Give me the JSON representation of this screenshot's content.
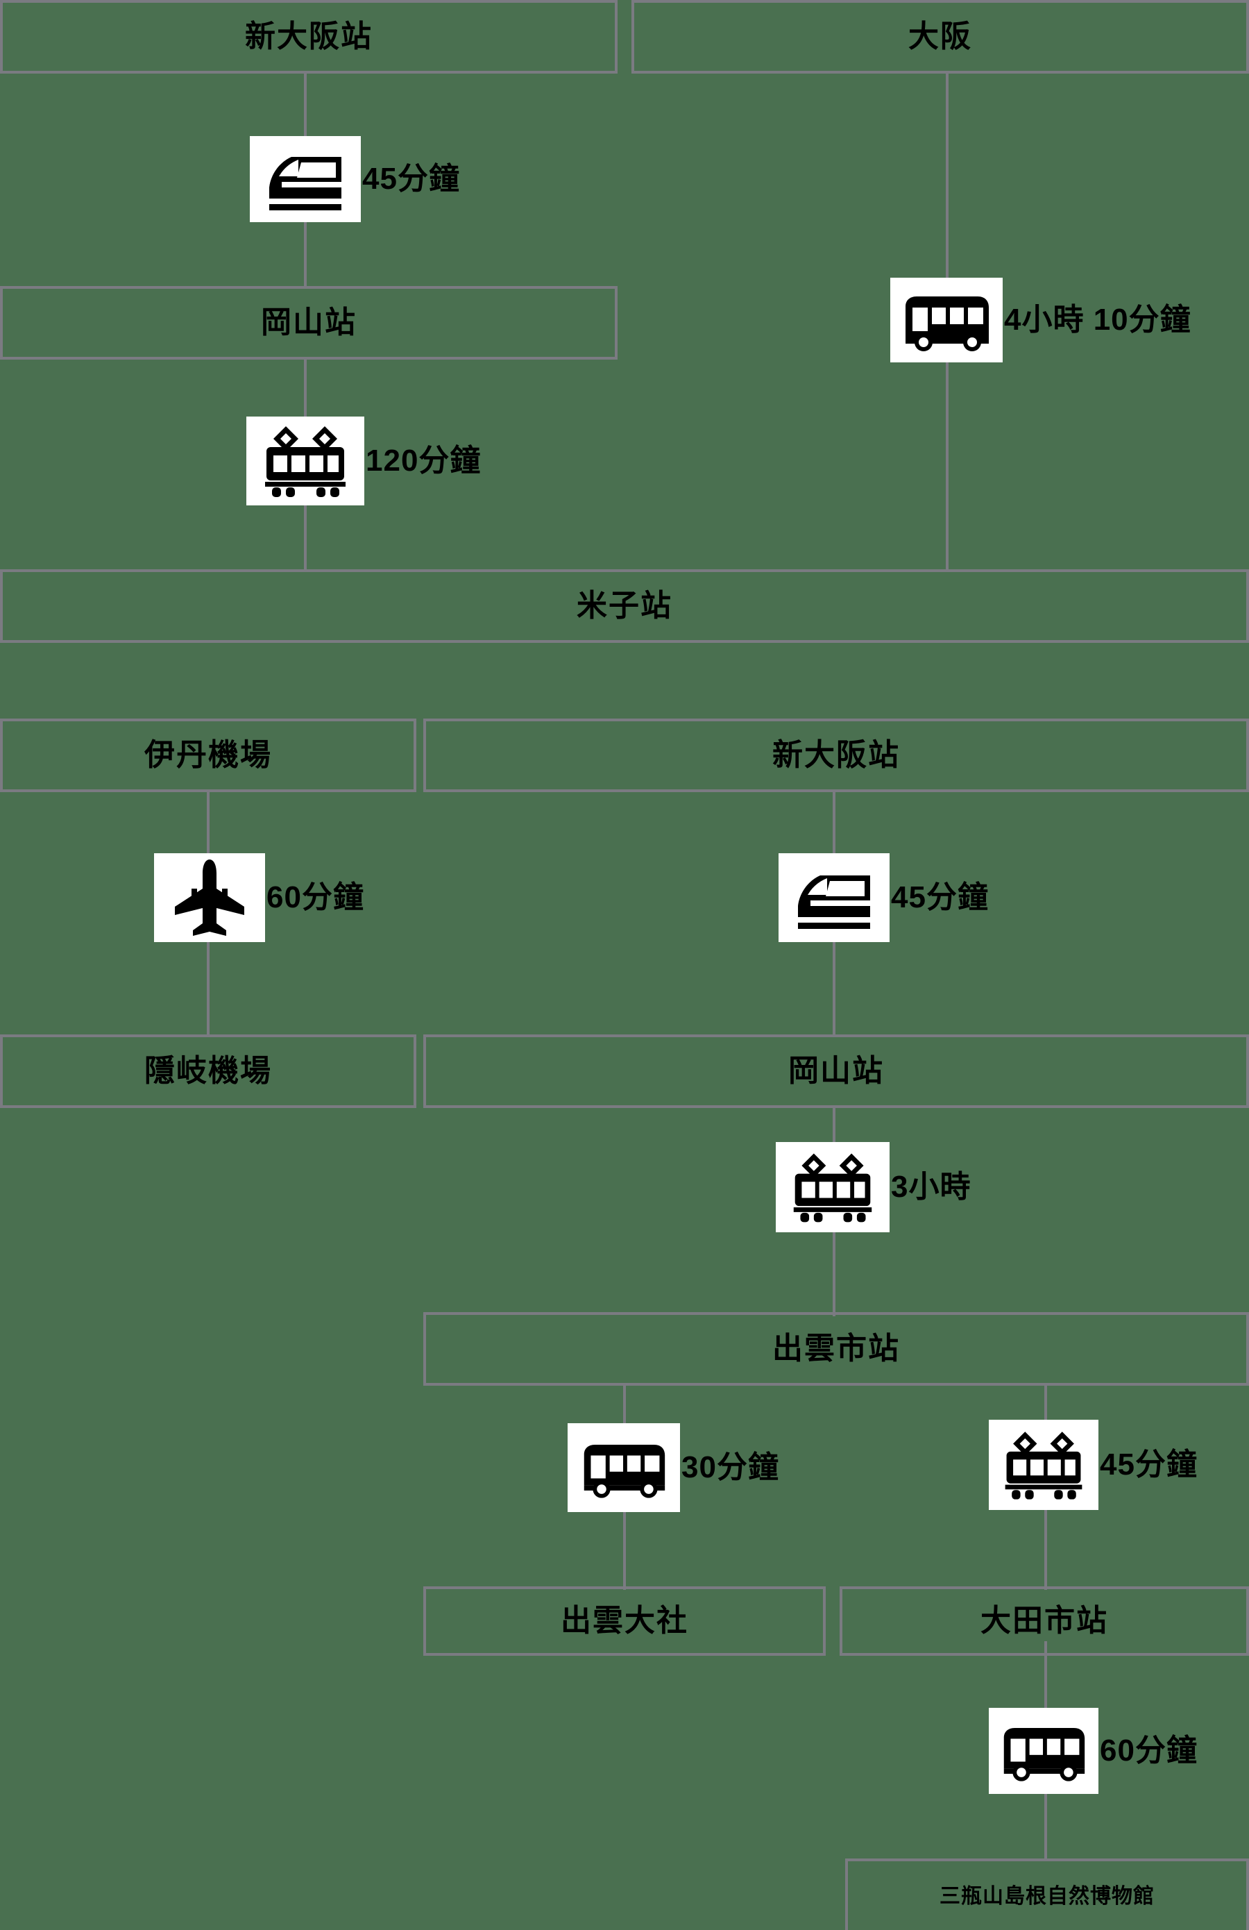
{
  "diagram": {
    "type": "transit-route-diagram",
    "background_color": "#4a7050",
    "border_color": "#7b7b82",
    "text_color": "#000000",
    "icon_background": "#ffffff"
  },
  "route_a": {
    "nodes": {
      "shin_osaka": "新大阪站",
      "osaka": "大阪",
      "okayama": "岡山站",
      "yonago": "米子站"
    },
    "legs": {
      "shinkansen_to_okayama": {
        "icon": "shinkansen-icon",
        "duration": "45分鐘"
      },
      "localtrain_to_yonago": {
        "icon": "local-train-icon",
        "duration": "120分鐘"
      },
      "bus_osaka_to_yonago": {
        "icon": "bus-icon",
        "duration": "4小時 10分鐘"
      }
    }
  },
  "route_b": {
    "nodes": {
      "itami_airport": "伊丹機場",
      "oki_airport": "隱岐機場",
      "shin_osaka": "新大阪站",
      "okayama": "岡山站",
      "izumoshi": "出雲市站",
      "izumo_taisha": "出雲大社",
      "odashi": "大田市站",
      "sanbesan_museum": "三瓶山島根自然博物館"
    },
    "legs": {
      "flight_to_oki": {
        "icon": "airplane-icon",
        "duration": "60分鐘"
      },
      "shinkansen_to_okayama": {
        "icon": "shinkansen-icon",
        "duration": "45分鐘"
      },
      "localtrain_to_izumoshi": {
        "icon": "local-train-icon",
        "duration": "3小時"
      },
      "bus_to_izumo_taisha": {
        "icon": "bus-icon",
        "duration": "30分鐘"
      },
      "localtrain_to_odashi": {
        "icon": "local-train-icon",
        "duration": "45分鐘"
      },
      "bus_to_museum": {
        "icon": "bus-icon",
        "duration": "60分鐘"
      }
    }
  }
}
